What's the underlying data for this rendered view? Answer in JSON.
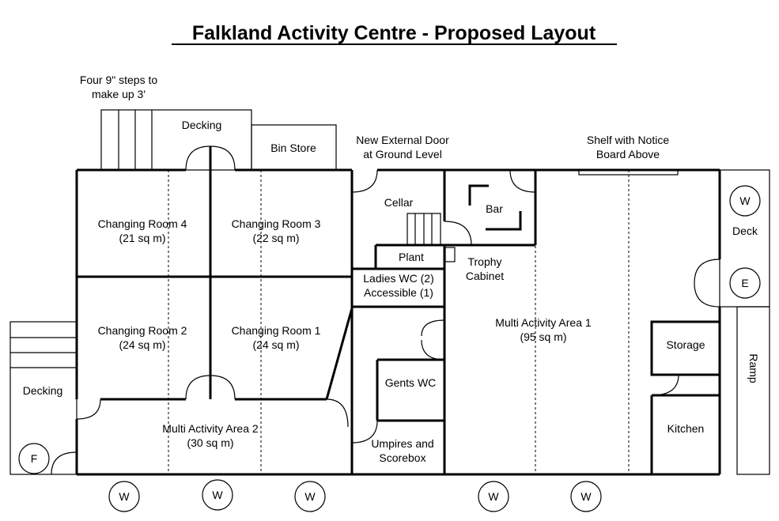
{
  "title": "Falkland Activity Centre - Proposed Layout",
  "rooms": {
    "changing_room_4": {
      "name": "Changing Room 4",
      "area": "(21 sq m)"
    },
    "changing_room_3": {
      "name": "Changing Room 3",
      "area": "(22 sq m)"
    },
    "changing_room_2": {
      "name": "Changing Room 2",
      "area": "(24 sq m)"
    },
    "changing_room_1": {
      "name": "Changing Room 1",
      "area": "(24 sq m)"
    },
    "multi_activity_area_2": {
      "name": "Multi Activity Area 2",
      "area": "(30 sq m)"
    },
    "multi_activity_area_1": {
      "name": "Multi Activity Area 1",
      "area": "(95 sq m)"
    },
    "cellar": "Cellar",
    "bar": "Bar",
    "plant": "Plant",
    "ladies_wc": {
      "line1": "Ladies WC (2)",
      "line2": "Accessible (1)"
    },
    "gents_wc": "Gents WC",
    "umpires": {
      "line1": "Umpires and",
      "line2": "Scorebox"
    },
    "storage": "Storage",
    "kitchen": "Kitchen",
    "bin_store": "Bin Store"
  },
  "annotations": {
    "steps": {
      "line1": "Four 9\" steps to",
      "line2": "make up 3'"
    },
    "new_door": {
      "line1": "New External Door",
      "line2": "at Ground Level"
    },
    "shelf": {
      "line1": "Shelf with Notice",
      "line2": "Board Above"
    },
    "trophy": {
      "line1": "Trophy",
      "line2": "Cabinet"
    }
  },
  "external": {
    "decking_top": "Decking",
    "decking_left": "Decking",
    "deck_right": "Deck",
    "ramp": "Ramp"
  },
  "markers": {
    "w": "W",
    "e": "E",
    "f": "F"
  }
}
